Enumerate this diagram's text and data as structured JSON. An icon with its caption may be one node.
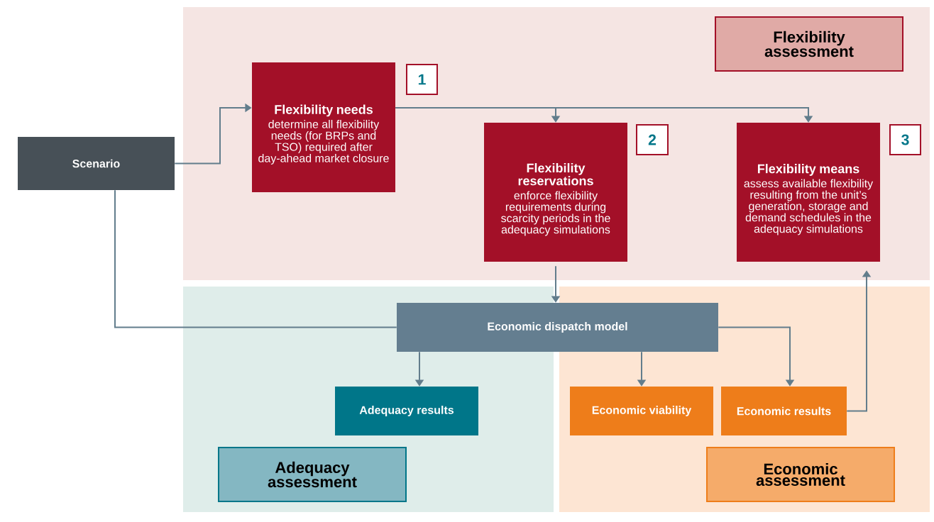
{
  "diagram": {
    "nodes": [
      {
        "text": [],
        "shape": "box"
      },
      {
        "text": [
          "Flexibility assessment"
        ],
        "in": 0
      },
      {
        "text": [
          "Flexibility needs",
          "determine all flexibility needs (for BRPs and TSO) required after day-ahead market closure"
        ],
        "in": 0
      },
      {
        "text": [
          "1"
        ],
        "in": 0
      },
      {
        "text": [
          "Flexibility reservations",
          "enforce flexibility requirements during scarcity periods in the adequacy simulations"
        ],
        "in": 0
      },
      {
        "text": [
          "2"
        ],
        "in": 0
      },
      {
        "text": [
          "Flexibility means",
          "assess available flexibility resulting from the unit’s generation, storage and demand schedules in the adequacy simulations"
        ],
        "in": 0
      },
      {
        "text": [
          "3"
        ],
        "in": 0
      },
      {
        "text": [
          "Scenario"
        ]
      },
      {
        "text": [],
        "shape": "box"
      },
      {
        "text": [],
        "shape": "box"
      },
      {
        "text": [
          "Economic dispatch model"
        ]
      },
      {
        "text": [
          "Adequacy results"
        ],
        "in": 9
      },
      {
        "text": [
          "Adequacy assessment"
        ],
        "in": 9
      },
      {
        "text": [
          "Economic viability"
        ],
        "in": 10
      },
      {
        "text": [
          "Economic results"
        ],
        "in": 10
      },
      {
        "text": [
          "Economic assessment"
        ],
        "in": 10
      }
    ],
    "edges": [
      {
        "from": 8,
        "to": 2,
        "arrow": "to"
      },
      {
        "from": 2,
        "to": 4,
        "arrow": "to"
      },
      {
        "from": 2,
        "to": 6,
        "arrow": "to"
      },
      {
        "from": 4,
        "to": 11,
        "arrow": "to"
      },
      {
        "from": 8,
        "to": 11,
        "arrow": "none"
      },
      {
        "from": 11,
        "to": 12,
        "arrow": "to"
      },
      {
        "from": 11,
        "to": 14,
        "arrow": "to"
      },
      {
        "from": 11,
        "to": 15,
        "arrow": "to"
      },
      {
        "from": 15,
        "to": 6,
        "arrow": "to"
      }
    ]
  }
}
